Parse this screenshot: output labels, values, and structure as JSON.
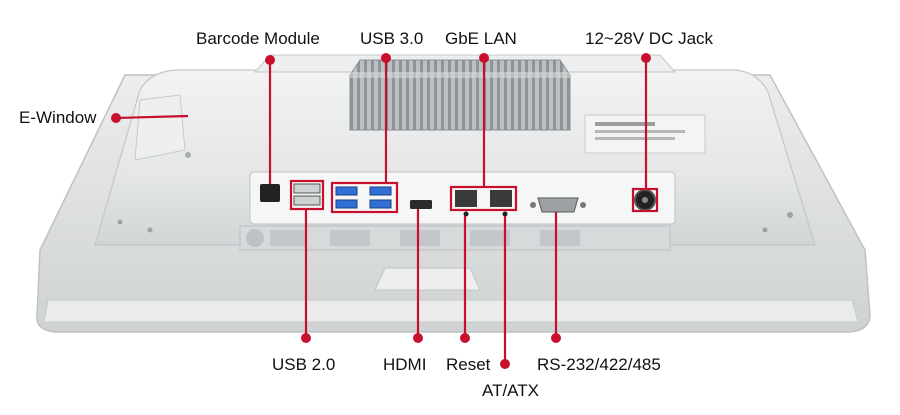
{
  "labels": {
    "barcode_module": "Barcode Module",
    "usb30": "USB 3.0",
    "gbe_lan": "GbE LAN",
    "dc_jack": "12~28V DC Jack",
    "e_window": "E-Window",
    "usb20": "USB 2.0",
    "hdmi": "HDMI",
    "reset": "Reset",
    "at_atx": "AT/ATX",
    "rs232": "RS-232/422/485"
  },
  "colors": {
    "callout": "#c8102e",
    "device_body": "#e6e8e9",
    "device_shadow": "#c9cccd",
    "port_usb3": "#2f6fd6",
    "text": "#111111"
  }
}
